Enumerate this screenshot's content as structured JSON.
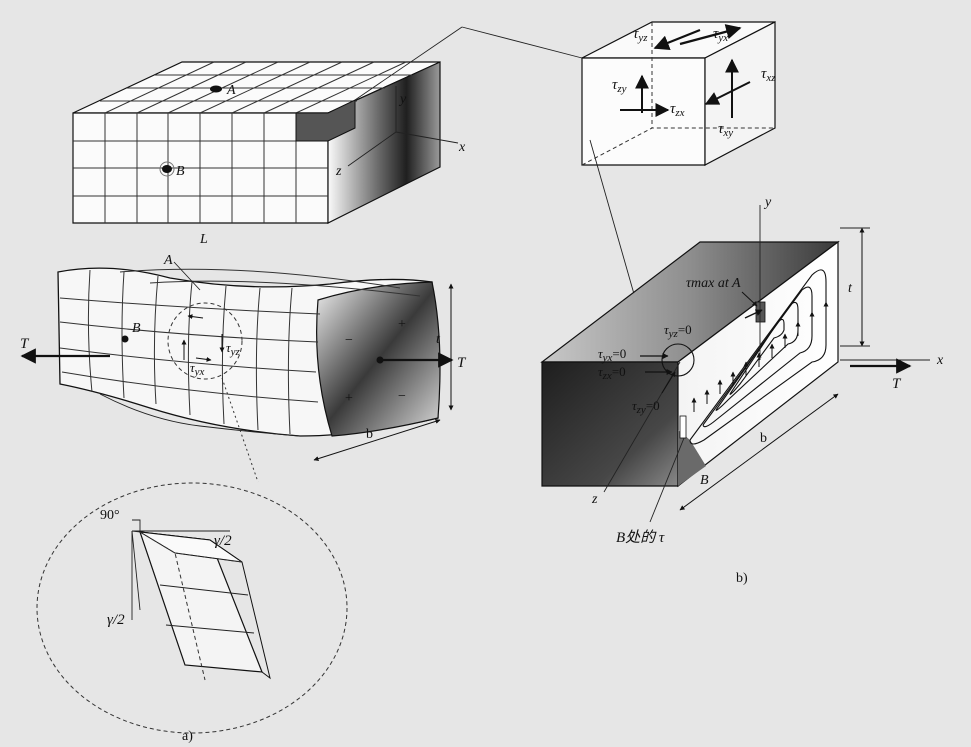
{
  "labels": {
    "point_a": "A",
    "point_b": "B",
    "axis_x": "x",
    "axis_y": "y",
    "axis_z": "z",
    "length": "L",
    "torque": "T",
    "width_b": "b",
    "thickness_t": "t",
    "plus": "+",
    "minus": "−",
    "angle_90": "90°",
    "gamma_half": "γ/2",
    "panel_a": "a)",
    "panel_b": "b)",
    "tau_max_at_a": "τmax at A",
    "tau_at_b": "B处的 τ"
  },
  "stress_labels": {
    "tau": "τ",
    "yz": "yz",
    "yx": "yx",
    "zy": "zy",
    "zx": "zx",
    "xz": "xz",
    "xy": "xy",
    "eq_zero": "=0"
  },
  "colors": {
    "background": "#e6e6e6",
    "line": "#111111",
    "shade_dark": "#2a2a2a",
    "shade_light": "#f0f0f0"
  }
}
